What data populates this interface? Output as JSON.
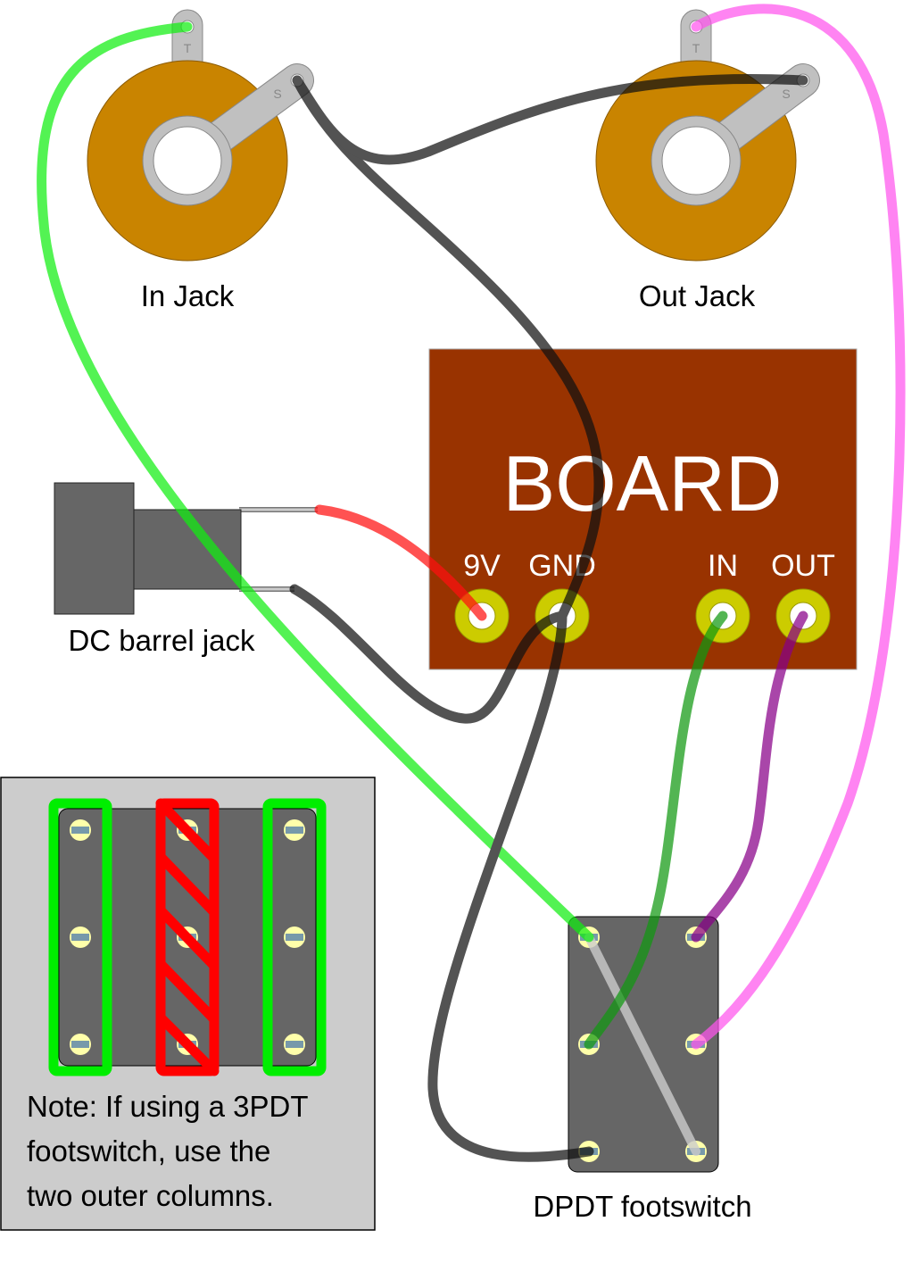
{
  "in_jack": {
    "label": "In Jack",
    "tip": "T",
    "sleeve": "S"
  },
  "out_jack": {
    "label": "Out Jack",
    "tip": "T",
    "sleeve": "S"
  },
  "board": {
    "title": "BOARD",
    "pads": [
      "9V",
      "GND",
      "IN",
      "OUT"
    ]
  },
  "dc_jack": {
    "label": "DC barrel jack"
  },
  "footswitch": {
    "label": "DPDT footswitch"
  },
  "note": {
    "lines": [
      "Note: If using a 3PDT",
      "footswitch, use the",
      "two outer columns."
    ]
  },
  "colors": {
    "jack": "#c98400",
    "board": "#993300",
    "pad": "#cccc00",
    "wire_ground": "#111111",
    "wire_power": "#ff2020",
    "wire_input": "#22ee22",
    "wire_in_pad": "#22aa22",
    "wire_out_pad": "#990099",
    "wire_output": "#ff66ee"
  }
}
